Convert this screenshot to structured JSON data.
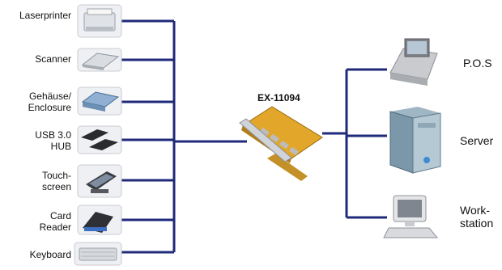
{
  "diagram": {
    "center": {
      "label": "EX-11094",
      "icon": "pcie-usb-card-icon"
    },
    "left_devices": [
      {
        "label_lines": [
          "Laserprinter"
        ],
        "icon": "laserprinter-icon"
      },
      {
        "label_lines": [
          "Scanner"
        ],
        "icon": "scanner-icon"
      },
      {
        "label_lines": [
          "Gehäuse/",
          "Enclosure"
        ],
        "icon": "enclosure-icon"
      },
      {
        "label_lines": [
          "USB 3.0",
          "HUB"
        ],
        "icon": "usb-hub-icon"
      },
      {
        "label_lines": [
          "Touch-",
          "screen"
        ],
        "icon": "touchscreen-icon"
      },
      {
        "label_lines": [
          "Card",
          "Reader"
        ],
        "icon": "card-reader-icon"
      },
      {
        "label_lines": [
          "Keyboard"
        ],
        "icon": "keyboard-icon"
      }
    ],
    "right_devices": [
      {
        "label_lines": [
          "P.O.S"
        ],
        "icon": "pos-terminal-icon"
      },
      {
        "label_lines": [
          "Server"
        ],
        "icon": "server-tower-icon"
      },
      {
        "label_lines": [
          "Work-",
          "station"
        ],
        "icon": "workstation-icon"
      }
    ],
    "colors": {
      "line": "#1f2a7a",
      "tile": "#eef0f3",
      "tile_border": "#c9ccd2"
    }
  }
}
